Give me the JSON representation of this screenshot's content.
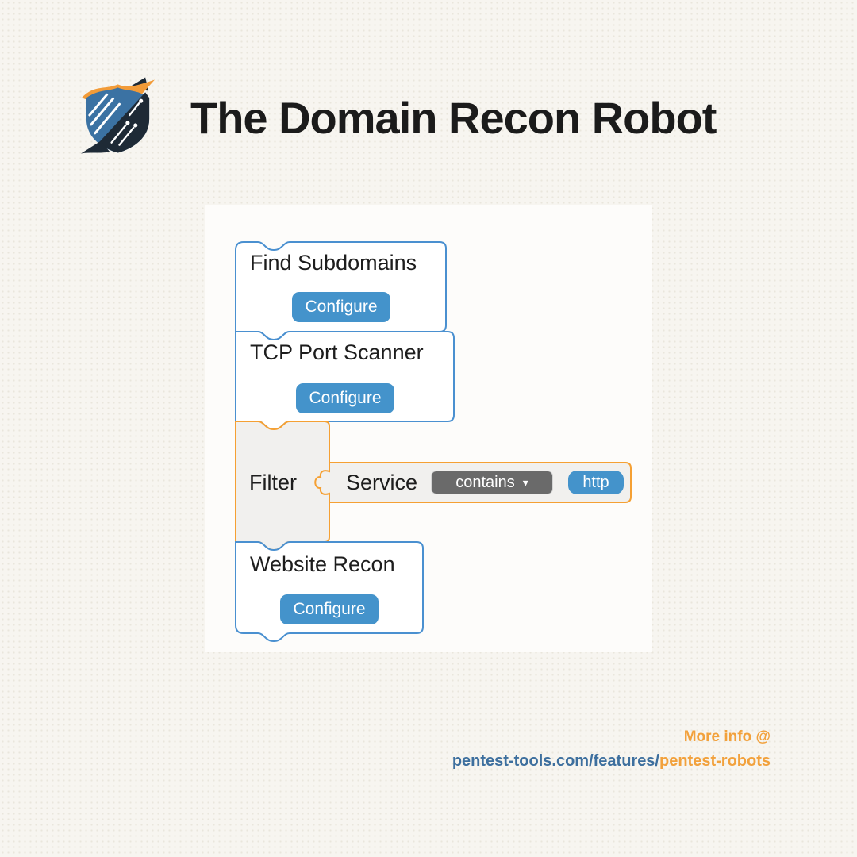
{
  "page": {
    "title": "The Domain Recon Robot",
    "logo_name": "pentest-tools-shield-logo"
  },
  "colors": {
    "background": "#f7f5f0",
    "canvas_background": "#fdfcfa",
    "block_blue_border": "#4a90d0",
    "button_blue": "#4493cb",
    "filter_orange_border": "#f5a033",
    "filter_gray_fill": "#f1f0ee",
    "dropdown_gray": "#6a6a6a",
    "title_text": "#1b1b1b",
    "footer_orange": "#f2a13c",
    "footer_blue": "#3d6f9e"
  },
  "workflow": {
    "blocks": [
      {
        "id": "find-subdomains",
        "type": "tool",
        "label": "Find Subdomains",
        "button": "Configure"
      },
      {
        "id": "tcp-port-scanner",
        "type": "tool",
        "label": "TCP Port Scanner",
        "button": "Configure"
      },
      {
        "id": "filter",
        "type": "filter",
        "label": "Filter",
        "condition": {
          "field": "Service",
          "operator": "contains",
          "arrow": "▾",
          "value": "http"
        }
      },
      {
        "id": "website-recon",
        "type": "tool",
        "label": "Website Recon",
        "button": "Configure"
      }
    ]
  },
  "footer": {
    "more_info": "More info @",
    "url_prefix": "pentest-tools.com/features/",
    "url_highlight": "pentest-robots"
  }
}
